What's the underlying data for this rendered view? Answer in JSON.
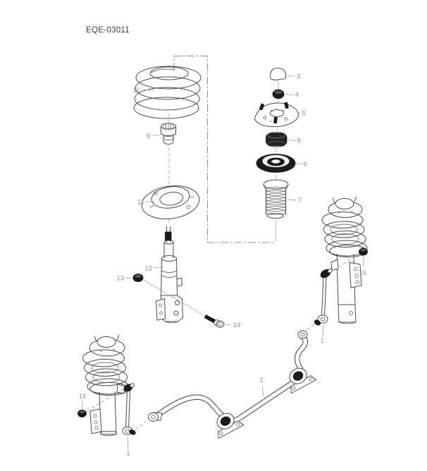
{
  "figure": {
    "code": "EQE-03011"
  },
  "callouts": {
    "stabilizer_link_left": "1",
    "stabilizer_link_right": "1",
    "stabilizer_bar": "2",
    "cap": "3",
    "lock_nut": "4",
    "strut_insulator": "5",
    "strut_bearing": "6",
    "dust_cover": "7",
    "bushing": "8",
    "bump_stopper": "9",
    "coil_spring": "10",
    "spring_seat": "11",
    "strut_assembly": "12",
    "strut_nut": "13",
    "strut_bolt": "14",
    "link_nut_left": "15",
    "link_nut_right": "15"
  }
}
